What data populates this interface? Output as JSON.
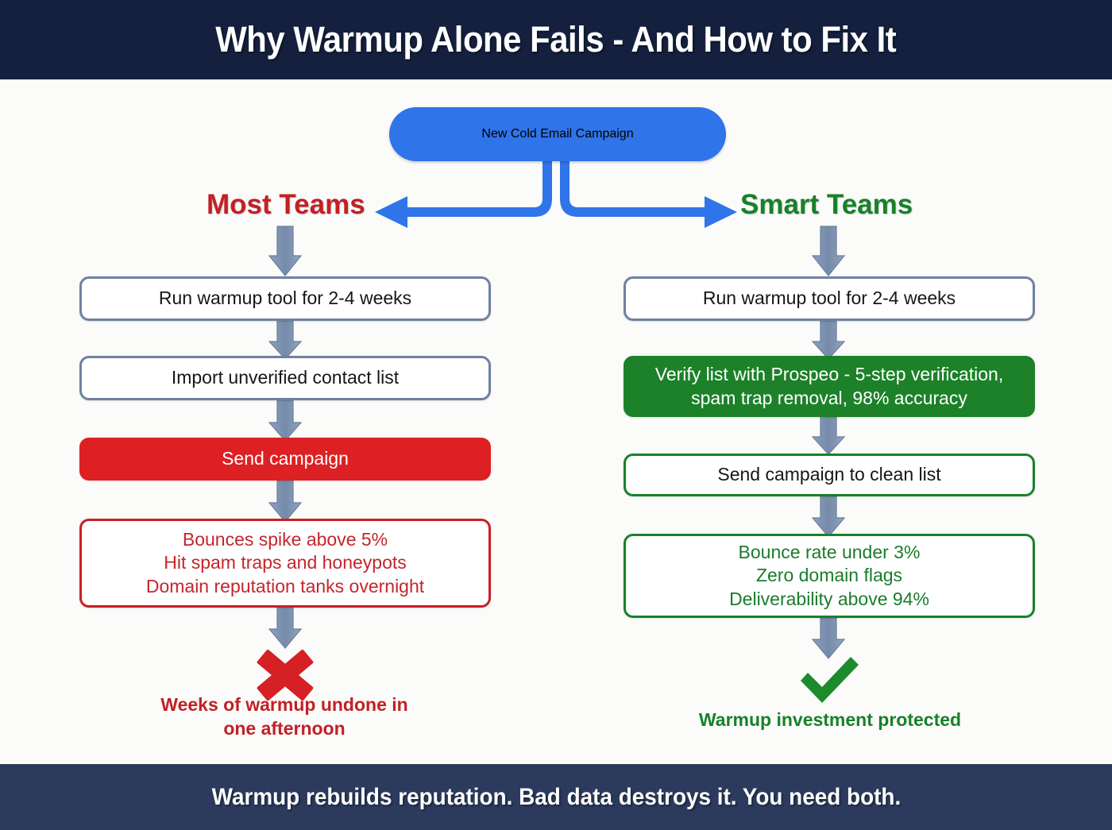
{
  "header": {
    "title": "Why Warmup Alone Fails - And How to Fix It"
  },
  "footer": {
    "text": "Warmup rebuilds reputation. Bad data destroys it. You need both."
  },
  "colors": {
    "header_bg": "#14203d",
    "footer_bg": "#2c3b5d",
    "canvas_bg": "#fbfbf9",
    "blue": "#2f74e8",
    "red": "#dd2023",
    "red_text": "#c22026",
    "green": "#1c8129",
    "green_text": "#17812a",
    "connector_gray": "#7e93b3",
    "neutral_border": "#6e829e"
  },
  "start": {
    "label": "New Cold Email Campaign"
  },
  "branches": {
    "left_heading": "Most Teams",
    "right_heading": "Smart Teams"
  },
  "left_column": {
    "heading": "Most Teams",
    "steps": [
      {
        "text": "Run warmup tool for 2-4 weeks",
        "style": "neutral"
      },
      {
        "text": "Import unverified contact list",
        "style": "neutral"
      },
      {
        "text": "Send campaign",
        "style": "solid-red"
      },
      {
        "text": "Bounces spike above 5%\nHit spam traps and honeypots\nDomain reputation tanks overnight",
        "style": "outline-red"
      }
    ],
    "result_icon": "x-mark-icon",
    "result_caption": "Weeks of warmup undone in\none afternoon"
  },
  "right_column": {
    "heading": "Smart Teams",
    "steps": [
      {
        "text": "Run warmup tool for 2-4 weeks",
        "style": "neutral"
      },
      {
        "text": "Verify list with Prospeo - 5-step verification,\nspam trap removal, 98% accuracy",
        "style": "solid-green"
      },
      {
        "text": "Send campaign to clean list",
        "style": "outline-green-dark"
      },
      {
        "text": "Bounce rate under 3%\nZero domain flags\nDeliverability above 94%",
        "style": "outline-green"
      }
    ],
    "result_icon": "check-mark-icon",
    "result_caption": "Warmup investment protected"
  }
}
